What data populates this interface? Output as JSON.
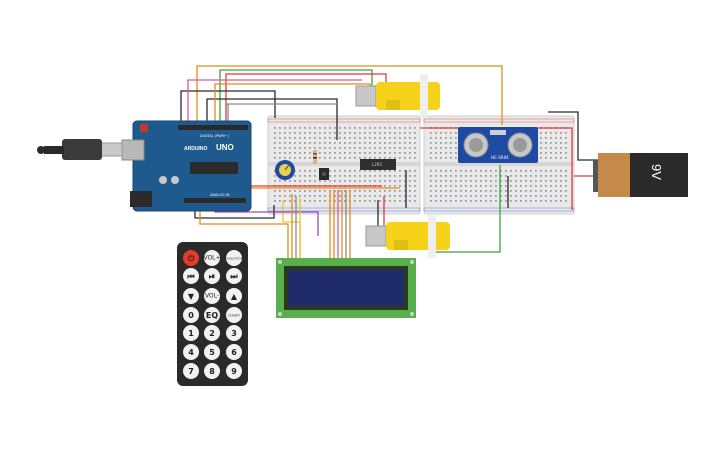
{
  "arduino": {
    "brand": "ARDUINO",
    "model": "UNO",
    "digital_label": "DIGITAL (PWM~)",
    "analog_label": "ANALOG IN"
  },
  "battery": {
    "label": "9V"
  },
  "sensor": {
    "label": "HC-SR04"
  },
  "driver_chip": {
    "label": "L293"
  },
  "remote": {
    "rows": [
      [
        "⏻",
        "VOL+",
        "FUNC/STOP"
      ],
      [
        "⏮",
        "⏯",
        "⏭"
      ],
      [
        "▼",
        "VOL-",
        "▲"
      ],
      [
        "0",
        "EQ",
        "ST/REPT"
      ],
      [
        "1",
        "2",
        "3"
      ],
      [
        "4",
        "5",
        "6"
      ],
      [
        "7",
        "8",
        "9"
      ]
    ]
  },
  "colors": {
    "arduino": "#1f5a8e",
    "motor": "#f7d21b",
    "battery_body": "#c58a4a",
    "lcd_board": "#58b04c",
    "lcd_screen": "#1f2a6b",
    "sensor": "#1f4aa3",
    "remote": "#2a2a2a",
    "power_key": "#e53b2c"
  }
}
